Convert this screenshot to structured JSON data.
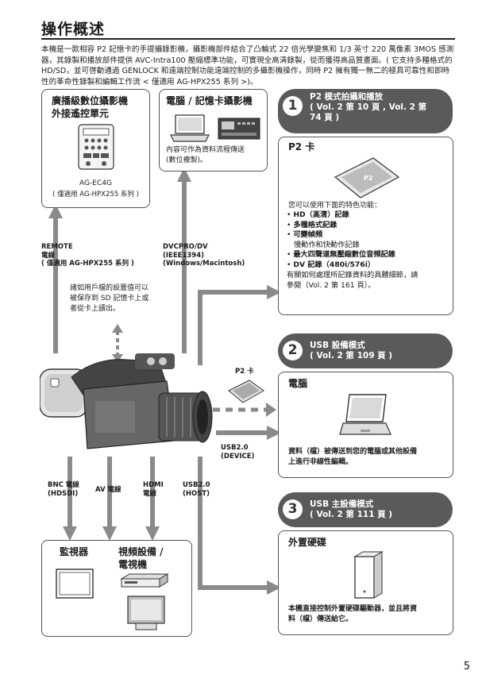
{
  "page": {
    "title": "操作概述",
    "intro": "本機是一款相容 P2 記憶卡的手提攝錄影機，攝影機部件結合了凸輪式 22 倍光學變焦和 1/3 英寸 220 萬像素 3MOS 感測器，其錄製和播放部件提供 AVC-Intra100 壓縮標準功能，可實現全高清錄製，從而獲得高品質畫面。( 它支持多種格式的 HD/SD，並可啓動通過 GENLOCK 和遠端控制功能遠端控制的多攝影機操作，同時 P2 擁有獨一無二的極具可靠性和即時性的革命性錄製和編輯工作流 < 僅適用 AG-HPX255 系列 >)。",
    "page_number": "5"
  },
  "remote_box": {
    "title": "廣播級數位攝影機\n外接遙控單元",
    "model": "AG-EC4G",
    "note": "( 僅適用 AG-HPX255 系列 )"
  },
  "pc_box": {
    "title": "電腦 / 記憶卡攝影機",
    "desc": "內容可作為資料流程傳送\n(數位複製)。"
  },
  "mode1": {
    "num": "1",
    "label": "P2 模式拍攝和播放\n( Vol. 2 第 10 頁 , Vol. 2 第\n74 頁 )"
  },
  "p2_box": {
    "title": "P2 卡",
    "card_logo": "P2",
    "lead": "您可以使用下面的特色功能：",
    "features": [
      {
        "name": "HD（高清）記錄",
        "sub": ""
      },
      {
        "name": "多種格式記錄",
        "sub": ""
      },
      {
        "name": "可變幀頻",
        "sub": "慢動作和快動作記錄"
      },
      {
        "name": "最大四聲道無壓縮數位音頻記錄",
        "sub": ""
      },
      {
        "name": "DV 記錄（480i/576i）",
        "sub": ""
      }
    ],
    "footer": "有關如何處理所記錄資料的具體細節，請\n參閱（Vol. 2 第 161 頁）。"
  },
  "mode2": {
    "num": "2",
    "label": "USB 設備模式\n( Vol. 2 第 109 頁 )"
  },
  "usb_device_box": {
    "title": "電腦",
    "desc": "資料（檔）被傳送到您的電腦或其他設備\n上進行非線性編輯。"
  },
  "mode3": {
    "num": "3",
    "label": "USB 主設備模式\n( Vol. 2 第 111 頁 )"
  },
  "hdd_box": {
    "title": "外置硬碟",
    "desc": "本機直接控制外置硬碟驅動器，並且將資\n料（檔）傳送給它。"
  },
  "monitor_box": {
    "title1": "監視器",
    "title2": "視頻設備 /\n電視機"
  },
  "labels": {
    "remote": "REMOTE\n電線\n( 僅適用 AG-HPX255 系列 )",
    "dvcpro": "DVCPRO/DV\n(IEEE1394)\n(Windows/Macintosh)",
    "sd_note": "諸如用戶檔的設置值可以\n被保存到 SD 記憶卡上或\n者從卡上讀出。",
    "p2_card": "P2 卡",
    "usb_device": "USB2.0\n(DEVICE)",
    "bnc": "BNC 電線\n(HDSDI)",
    "av": "AV 電線",
    "hdmi": "HDMI\n電線",
    "usb_host": "USB2.0\n(HOST)"
  },
  "colors": {
    "arrow": "#8a8a8a",
    "pill": "#5a5a5a",
    "border": "#555555"
  }
}
